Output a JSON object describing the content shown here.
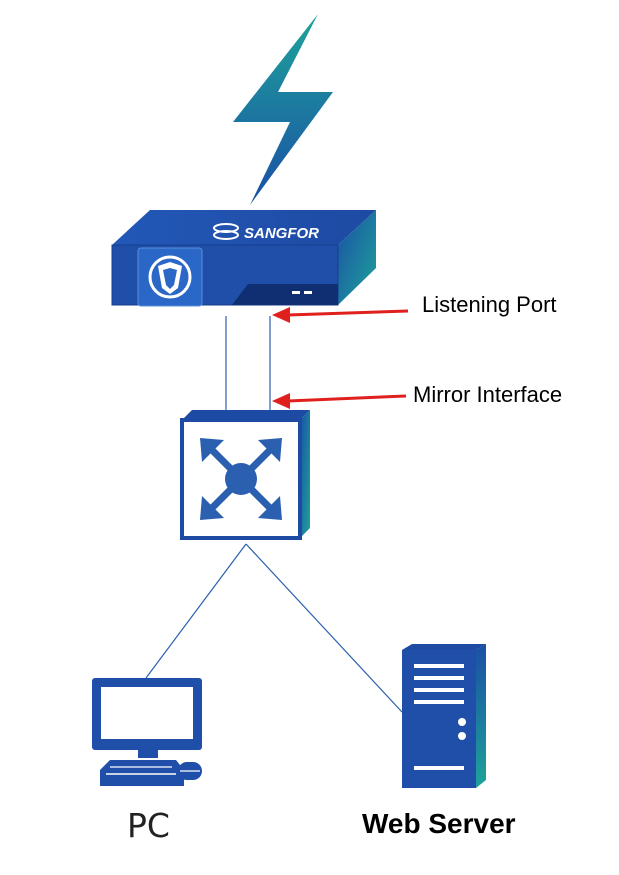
{
  "diagram": {
    "brand_text": "SANGFOR",
    "labels": {
      "listening_port": "Listening Port",
      "mirror_interface": "Mirror Interface",
      "pc": "PC",
      "web_server": "Web Server"
    },
    "icons": [
      "lightning-bolt-icon",
      "sangfor-appliance-icon",
      "network-switch-icon",
      "pc-icon",
      "web-server-icon"
    ],
    "colors": {
      "device_blue": "#1F4FA8",
      "device_dark": "#123A8C",
      "teal": "#1EA39A",
      "arrow_red": "#E0201C",
      "link_line": "#2B5FB0"
    }
  }
}
